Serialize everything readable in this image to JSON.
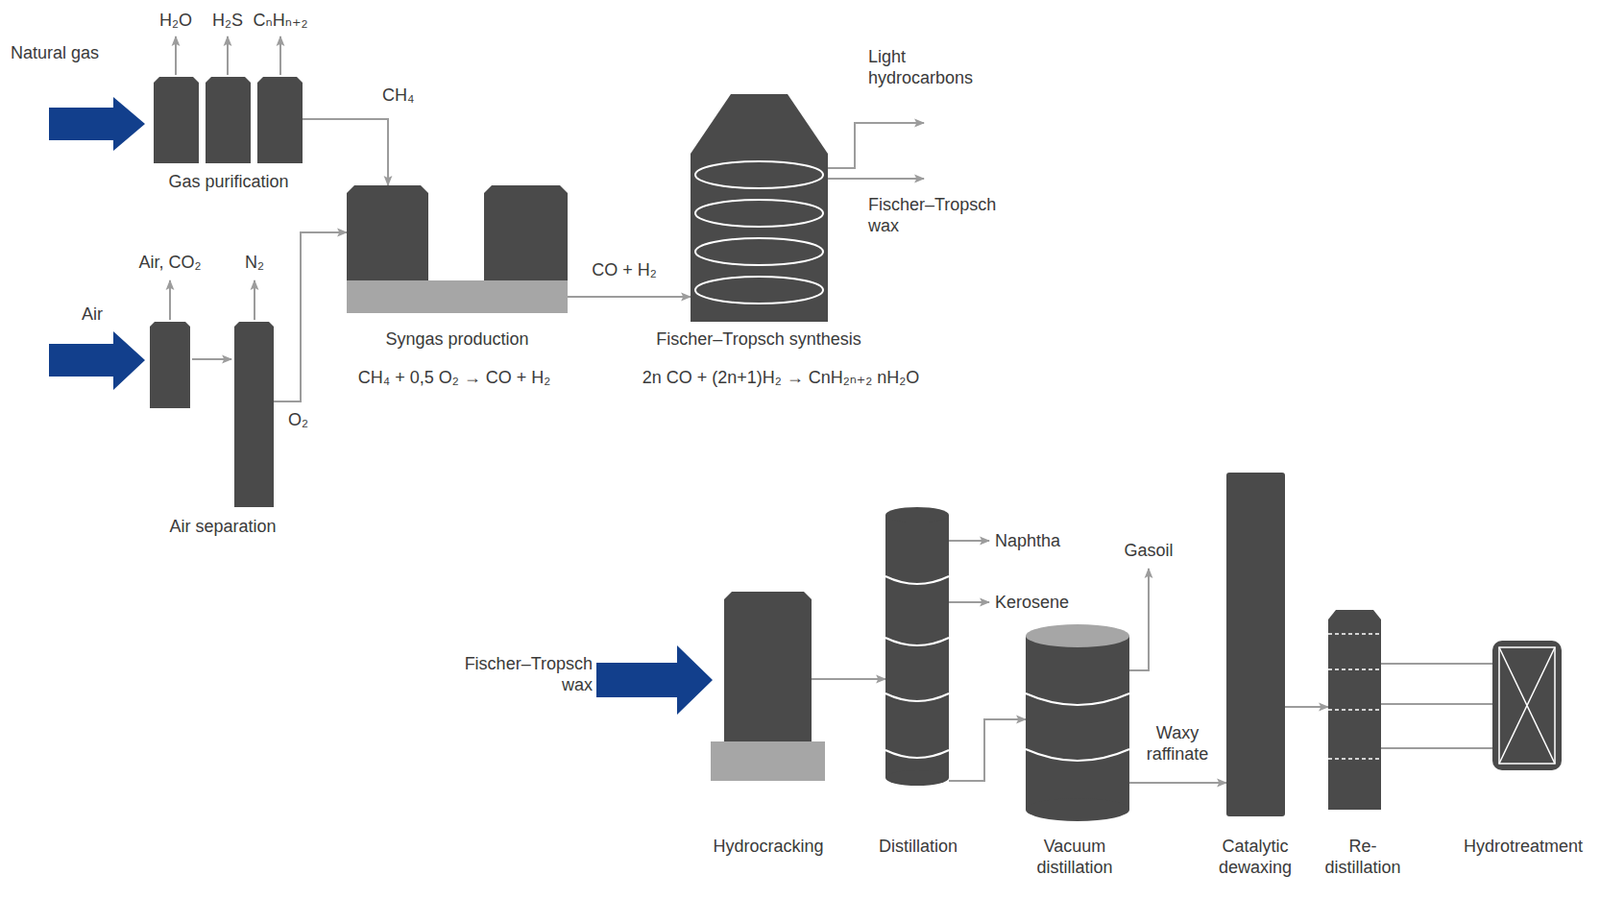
{
  "diagram": {
    "nodes": [
      {
        "text": [
          "Gas purification"
        ]
      },
      {
        "text": [
          "Air separation"
        ]
      },
      {
        "text": [
          "Syngas production"
        ]
      },
      {
        "text": [
          "Fischer–Tropsch synthesis"
        ]
      },
      {
        "text": [
          "Hydrocracking"
        ]
      },
      {
        "text": [
          "Distillation"
        ]
      },
      {
        "text": [
          "Vacuum distillation"
        ]
      },
      {
        "text": [
          "Catalytic dewaxing"
        ]
      },
      {
        "text": [
          "Re- distillation"
        ]
      },
      {
        "text": [
          "Hydrotreatment"
        ]
      }
    ],
    "edges": [
      {
        "from": 0,
        "to": 2,
        "arrow": "to",
        "label": "CH₄"
      },
      {
        "from": 1,
        "to": 2,
        "arrow": "to",
        "label": "O₂"
      },
      {
        "from": 2,
        "to": 3,
        "arrow": "to",
        "label": "CO + H₂"
      },
      {
        "from": 4,
        "to": 5,
        "arrow": "to"
      },
      {
        "from": 5,
        "to": 6,
        "arrow": "to"
      },
      {
        "from": 6,
        "to": 7,
        "arrow": "to",
        "label": "Waxy raffinate"
      },
      {
        "from": 7,
        "to": 8,
        "arrow": "to"
      },
      {
        "from": 8,
        "to": 9,
        "arrow": "none"
      },
      {
        "from": 8,
        "to": 9,
        "arrow": "none"
      },
      {
        "from": 8,
        "to": 9,
        "arrow": "none"
      }
    ],
    "labels": [
      "Natural gas",
      "H₂O",
      "H₂S",
      "CₙHₙ₊₂",
      "Air",
      "Air, CO₂",
      "N₂",
      "CH₄ + 0,5 O₂ → CO + H₂",
      "2n CO + (2n+1)H₂ → CnH₂ₙ₊₂ nH₂O",
      "Light hydrocarbons",
      "Fischer–Tropsch wax",
      "Fischer–Tropsch wax",
      "Naphtha",
      "Kerosene",
      "Gasoil"
    ]
  }
}
